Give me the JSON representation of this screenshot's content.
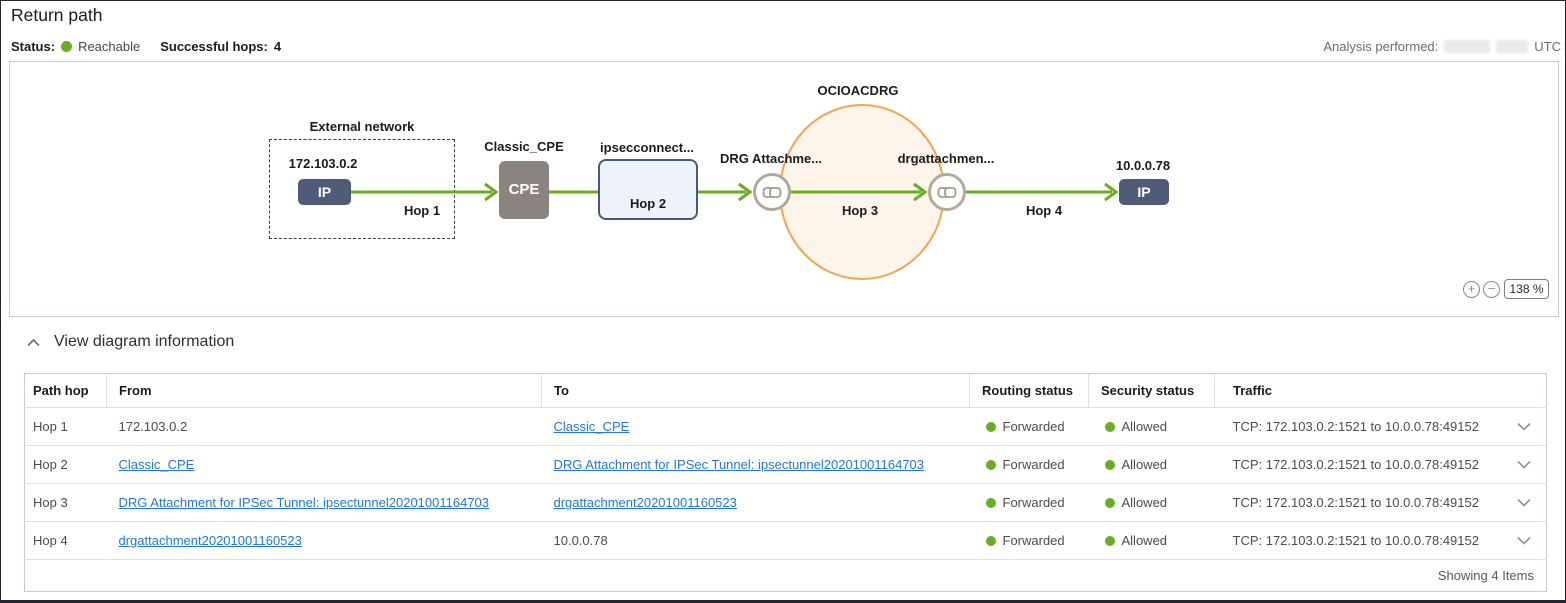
{
  "page": {
    "title": "Return path"
  },
  "status_bar": {
    "status_label": "Status:",
    "status_value": "Reachable",
    "successful_hops_label": "Successful hops:",
    "successful_hops_value": "4",
    "analysis_performed_label": "Analysis performed:",
    "timezone": "UTC"
  },
  "diagram": {
    "compartment_label": "OCIOACDRG",
    "external_network_label": "External network",
    "source_ip": "172.103.0.2",
    "source_node_type": "IP",
    "cpe_name": "Classic_CPE",
    "cpe_node_type": "CPE",
    "ipsec_connection_label": "ipsecconnect...",
    "drg_attachment_in_label": "DRG Attachme...",
    "drg_attachment_out_label": "drgattachmen...",
    "destination_ip": "10.0.0.78",
    "destination_node_type": "IP",
    "hop_labels": {
      "hop1": "Hop 1",
      "hop2": "Hop 2",
      "hop3": "Hop 3",
      "hop4": "Hop 4"
    },
    "zoom": {
      "zoom_in": "+",
      "zoom_out": "−",
      "level": "138 %"
    }
  },
  "section": {
    "title": "View diagram information"
  },
  "table": {
    "headers": [
      "Path hop",
      "From",
      "To",
      "Routing status",
      "Security status",
      "Traffic"
    ],
    "rows": [
      {
        "hop": "Hop 1",
        "from": "172.103.0.2",
        "to": "Classic_CPE",
        "routing_status": "Forwarded",
        "security_status": "Allowed",
        "traffic": "TCP: 172.103.0.2:1521 to 10.0.0.78:49152"
      },
      {
        "hop": "Hop 2",
        "from": "Classic_CPE",
        "to": "DRG Attachment for IPSec Tunnel: ipsectunnel20201001164703",
        "routing_status": "Forwarded",
        "security_status": "Allowed",
        "traffic": "TCP: 172.103.0.2:1521 to 10.0.0.78:49152"
      },
      {
        "hop": "Hop 3",
        "from": "DRG Attachment for IPSec Tunnel: ipsectunnel20201001164703",
        "to": "drgattachment20201001160523",
        "routing_status": "Forwarded",
        "security_status": "Allowed",
        "traffic": "TCP: 172.103.0.2:1521 to 10.0.0.78:49152"
      },
      {
        "hop": "Hop 4",
        "from": "drgattachment20201001160523",
        "to": "10.0.0.78",
        "routing_status": "Forwarded",
        "security_status": "Allowed",
        "traffic": "TCP: 172.103.0.2:1521 to 10.0.0.78:49152"
      }
    ],
    "footer": "Showing 4 Items"
  },
  "colors": {
    "success_green": "#69ae1f",
    "link_blue": "#2679d2",
    "drg_circle_orange": "#f2a44e",
    "ip_node_slate": "#505c77",
    "cpe_node_gray": "#8b837d"
  }
}
